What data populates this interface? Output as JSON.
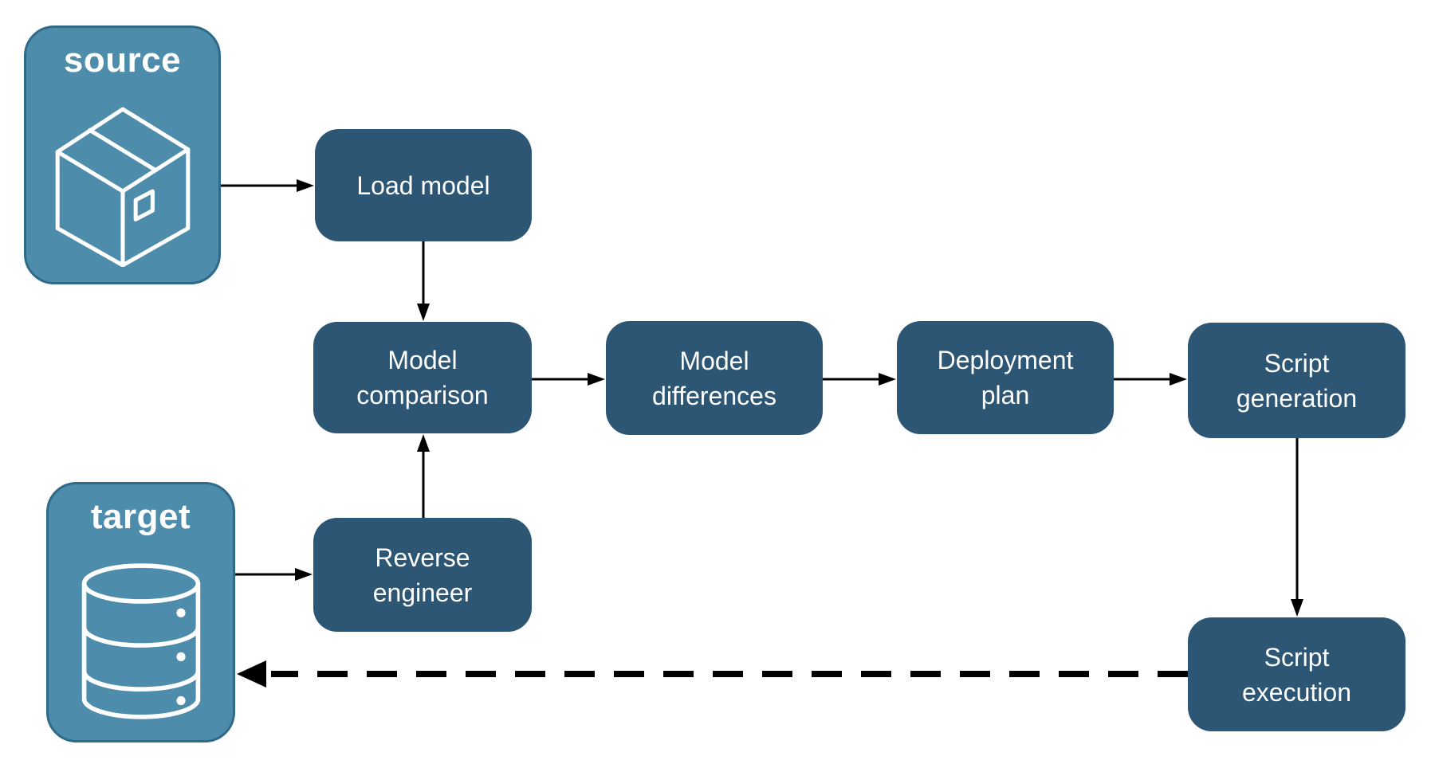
{
  "diagram": {
    "source": {
      "label": "source",
      "icon": "package-icon"
    },
    "target": {
      "label": "target",
      "icon": "database-icon"
    },
    "nodes": {
      "load_model": {
        "lines": [
          "Load model"
        ]
      },
      "model_comparison": {
        "lines": [
          "Model",
          "comparison"
        ]
      },
      "model_differences": {
        "lines": [
          "Model",
          "differences"
        ]
      },
      "deployment_plan": {
        "lines": [
          "Deployment",
          "plan"
        ]
      },
      "script_generation": {
        "lines": [
          "Script",
          "generation"
        ]
      },
      "reverse_engineer": {
        "lines": [
          "Reverse",
          "engineer"
        ]
      },
      "script_execution": {
        "lines": [
          "Script",
          "execution"
        ]
      }
    },
    "edges": [
      {
        "from": "source",
        "to": "load_model",
        "style": "solid"
      },
      {
        "from": "load_model",
        "to": "model_comparison",
        "style": "solid"
      },
      {
        "from": "model_comparison",
        "to": "model_differences",
        "style": "solid"
      },
      {
        "from": "model_differences",
        "to": "deployment_plan",
        "style": "solid"
      },
      {
        "from": "deployment_plan",
        "to": "script_generation",
        "style": "solid"
      },
      {
        "from": "script_generation",
        "to": "script_execution",
        "style": "solid"
      },
      {
        "from": "target",
        "to": "reverse_engineer",
        "style": "solid"
      },
      {
        "from": "reverse_engineer",
        "to": "model_comparison",
        "style": "solid"
      },
      {
        "from": "script_execution",
        "to": "target",
        "style": "dashed"
      }
    ],
    "colors": {
      "node_fill": "#2D5674",
      "entity_fill": "#4D8CAB",
      "entity_border": "#2F6A89",
      "arrow": "#000000",
      "label_text": "#FFFFFF"
    }
  }
}
